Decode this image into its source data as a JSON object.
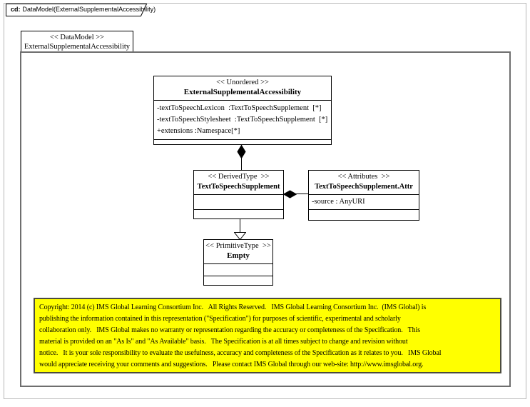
{
  "frame": {
    "tab_prefix": "cd:",
    "tab_title": "DataModel(ExternalSupplementalAccessibility)"
  },
  "datamodel_box": {
    "stereotype": "<< DataModel >>",
    "name": "ExternalSupplementalAccessibility"
  },
  "classes": {
    "main": {
      "stereotype": "<< Unordered >>",
      "name": "ExternalSupplementalAccessibility",
      "attributes": [
        "-textToSpeechLexicon  :TextToSpeechSupplement  [*]",
        "-textToSpeechStylesheet  :TextToSpeechSupplement  [*]",
        "+extensions :Namespace[*]"
      ]
    },
    "derived": {
      "stereotype": "<< DerivedType  >>",
      "name": "TextToSpeechSupplement"
    },
    "attr": {
      "stereotype": "<< Attributes  >>",
      "name": "TextToSpeechSupplement.Attr",
      "attributes": [
        "-source : AnyURI"
      ]
    },
    "primitive": {
      "stereotype": "<< PrimitiveType  >>",
      "name": "Empty"
    }
  },
  "connectors": {
    "composition_1": {
      "type": "composition",
      "owner": "ExternalSupplementalAccessibility",
      "part": "TextToSpeechSupplement"
    },
    "composition_2": {
      "type": "composition",
      "owner": "TextToSpeechSupplement",
      "part": "TextToSpeechSupplement.Attr"
    },
    "generalization": {
      "type": "generalization",
      "child": "TextToSpeechSupplement",
      "parent": "Empty"
    }
  },
  "copyright": {
    "lines": [
      "Copyright: 2014 (c) IMS Global Learning Consortium Inc.   All Rights Reserved.   IMS Global Learning Consortium Inc.  (IMS Global) is",
      "publishing the information contained in this representation (\"Specification\") for purposes of scientific, experimental and scholarly",
      "collaboration only.   IMS Global makes no warranty or representation regarding the accuracy or completeness of the Specification.   This",
      "material is provided on an \"As Is\" and \"As Available\" basis.   The Specification is at all times subject to change and revision without",
      "notice.   It is your sole responsibility to evaluate the usefulness, accuracy and completeness of the Specification as it relates to you.   IMS Global",
      "would appreciate receiving your comments and suggestions.   Please contact IMS Global through our web-site: http://www.imsglobal.org."
    ]
  },
  "colors": {
    "note_fill": "#ffff00",
    "note_border": "#4c4c3e",
    "frame_border": "#6e6e6e",
    "outer_border": "#b8b8b8",
    "line": "#000000"
  }
}
